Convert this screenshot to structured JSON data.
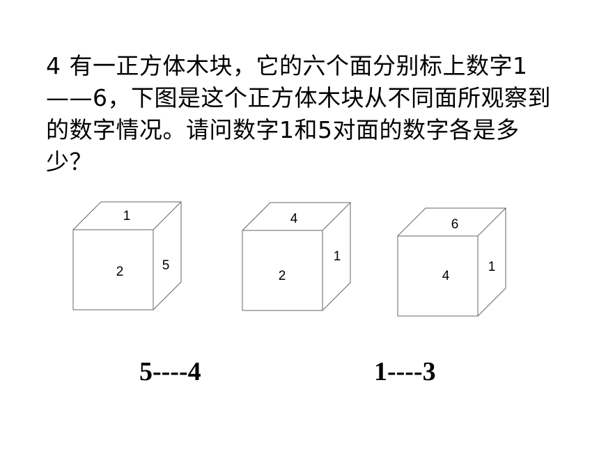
{
  "question": {
    "number": "4",
    "text": "有一正方体木块，它的六个面分别标上数字1——6，下图是这个正方体木块从不同面所观察到的数字情况。请问数字1和5对面的数字各是多少？"
  },
  "cubes": [
    {
      "top": "1",
      "front": "2",
      "side": "5"
    },
    {
      "top": "4",
      "front": "2",
      "side": "1"
    },
    {
      "top": "6",
      "front": "4",
      "side": "1"
    }
  ],
  "answers": {
    "first": "5----4",
    "second": "1----3"
  }
}
